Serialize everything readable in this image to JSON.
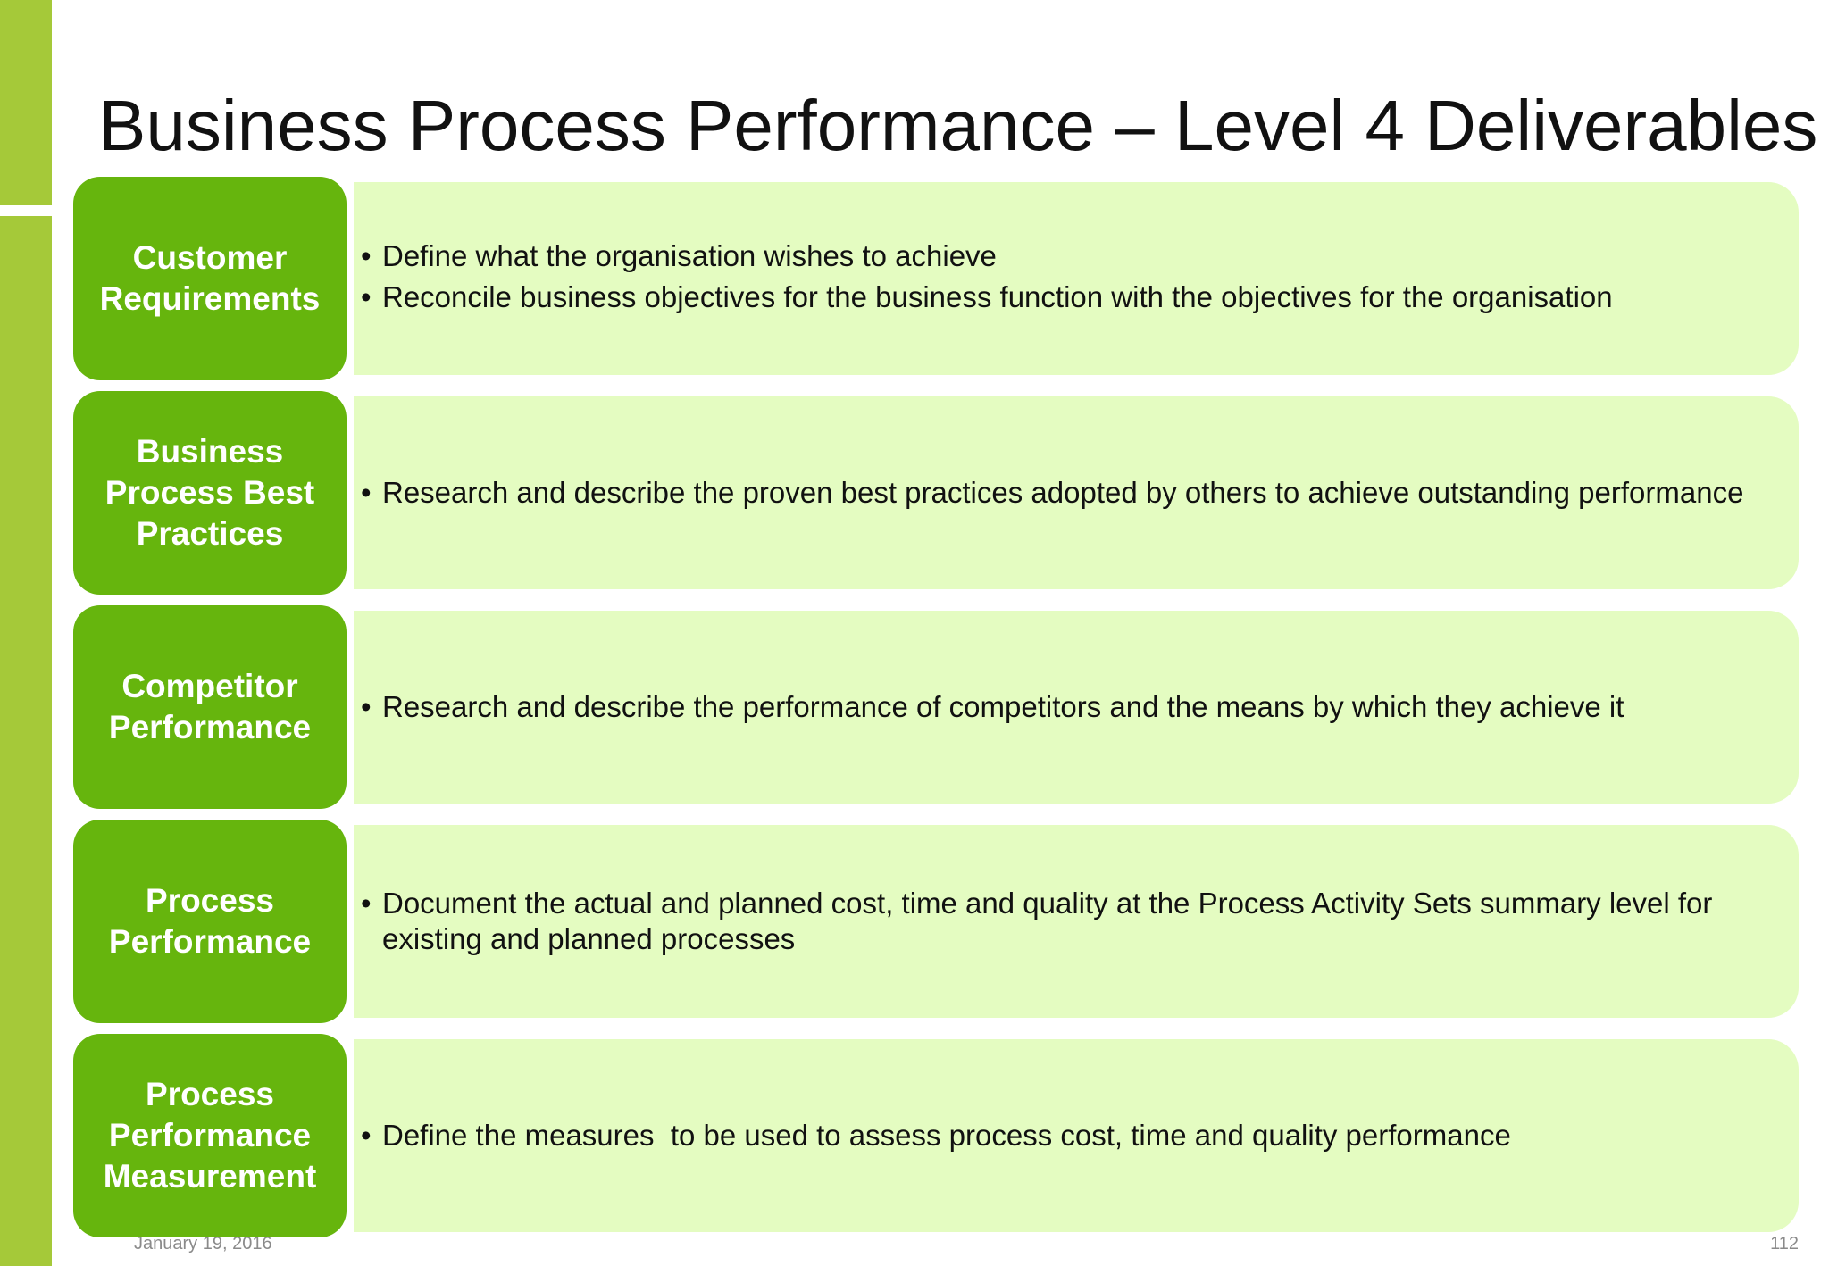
{
  "slide": {
    "title": "Business Process Performance – Level 4 Deliverables"
  },
  "rows": [
    {
      "label": "Customer Requirements",
      "bullets": [
        "Define what the organisation wishes to achieve",
        "Reconcile business objectives for the business function with the objectives for the organisation"
      ]
    },
    {
      "label": "Business Process Best Practices",
      "bullets": [
        "Research and describe the proven best practices adopted by others to achieve outstanding performance"
      ]
    },
    {
      "label": "Competitor Performance",
      "bullets": [
        "Research and describe the performance of competitors and the means by which they achieve it"
      ]
    },
    {
      "label": "Process Performance",
      "bullets": [
        "Document the actual and planned cost, time and quality at the Process Activity Sets summary level for existing and planned processes"
      ]
    },
    {
      "label": "Process Performance Measurement",
      "bullets": [
        "Define the measures  to be used to assess process cost, time and quality performance"
      ]
    }
  ],
  "footer": {
    "date": "January 19, 2016",
    "page_number": "112"
  },
  "colors": {
    "accent_bar": "#a5c939",
    "label_fill": "#66b50d",
    "content_fill": "#e4fcc1"
  }
}
